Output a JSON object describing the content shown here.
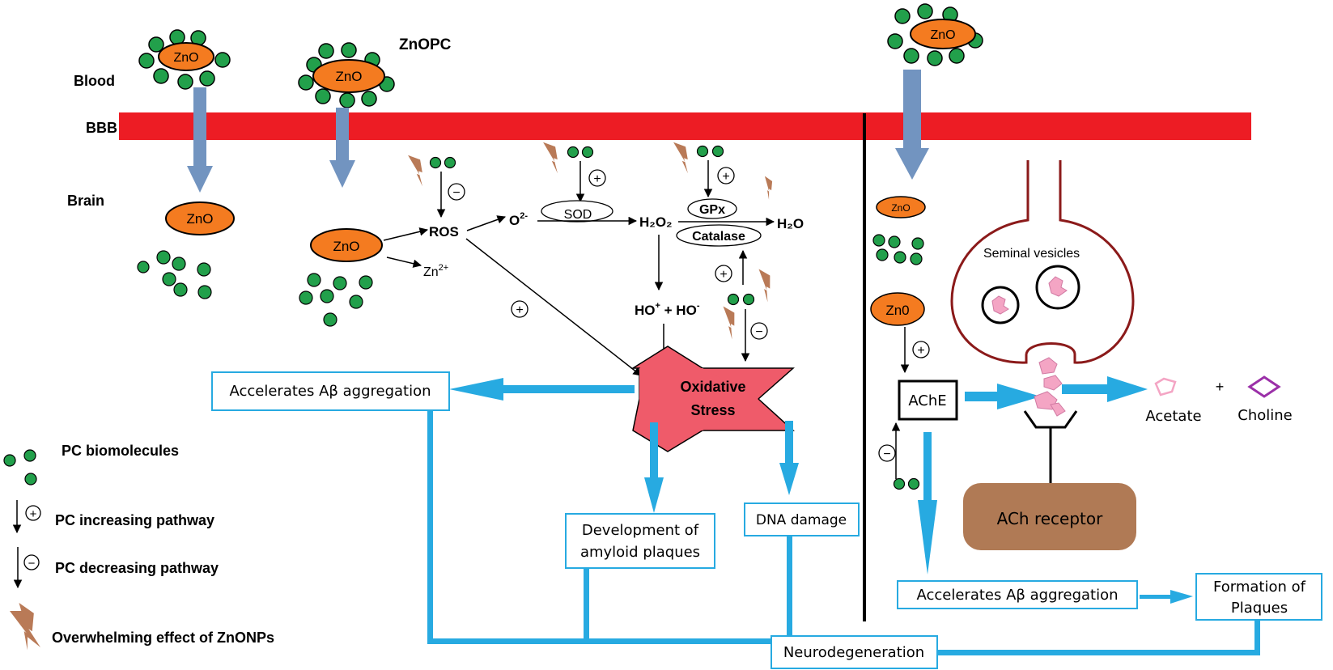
{
  "colors": {
    "bbb": "#ed1c24",
    "zno_fill": "#f47b20",
    "pc_dot": "#22a04b",
    "blue_arrow": "#27aae1",
    "grey_arrow": "#7294c0",
    "oxidative_fill": "#ef5b6a",
    "box_border": "#27aae1",
    "receptor": "#b07a55",
    "vesicle_stroke": "#8b1a1a",
    "bolt": "#b97a57",
    "acetate": "#f4a5c4",
    "choline": "#9b30a8"
  },
  "labels": {
    "blood": "Blood",
    "bbb": "BBB",
    "brain": "Brain",
    "znopc": "ZnOPC",
    "zno": "ZnO",
    "zno_faded": "ZnO",
    "zno_alt": "Zn0",
    "ros": "ROS",
    "zn2": "Zn",
    "zn2_sup": "2+",
    "o2": "O",
    "o2_sup": "2-",
    "sod": "SOD",
    "h2o2": "H₂O₂",
    "gpx": "GPx",
    "catalase": "Catalase",
    "h2o": "H₂O",
    "ho_plus": "HO",
    "ho_plus_sup": "+",
    "ho_plus_joiner": " + HO",
    "ho_minus_sup": "-",
    "plus_sign": "+",
    "minus_sign": "−",
    "oxidative_line1": "Oxidative",
    "oxidative_line2": "Stress",
    "seminal_vesicles": "Seminal vesicles",
    "ache": "AChE",
    "ach_receptor": "ACh receptor",
    "acetate": "Acetate",
    "choline": "Choline",
    "plus_between": "+"
  },
  "boxes": {
    "accel_left": "Accelerates Aβ aggregation",
    "amyloid_line1": "Development of",
    "amyloid_line2": "amyloid plaques",
    "dna": "DNA damage",
    "accel_right": "Accelerates Aβ aggregation",
    "plaques_line1": "Formation of",
    "plaques_line2": "Plaques",
    "neuro": "Neurodegeneration"
  },
  "legend": {
    "pc": "PC biomolecules",
    "increasing": "PC increasing pathway",
    "decreasing": "PC decreasing pathway",
    "overwhelming": "Overwhelming effect of ZnONPs"
  },
  "icons": {
    "bolt": "lightning-bolt-icon",
    "plus": "plus-circle-icon",
    "minus": "minus-circle-icon"
  }
}
